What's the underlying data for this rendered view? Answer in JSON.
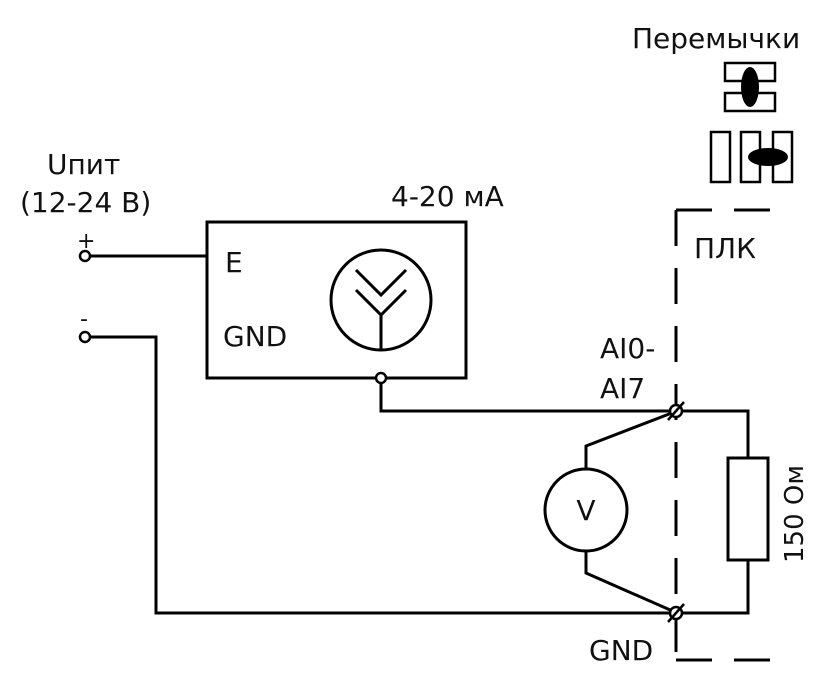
{
  "supply": {
    "title": "Uпит",
    "range": "(12-24 В)",
    "plus": "+",
    "minus": "-"
  },
  "sensor": {
    "signal": "4-20 мА",
    "terminal_e": "E",
    "terminal_gnd": "GND"
  },
  "plc": {
    "label": "ПЛК",
    "ai_line1": "AI0-",
    "ai_line2": "AI7",
    "gnd": "GND"
  },
  "voltmeter": {
    "symbol": "V"
  },
  "resistor": {
    "value": "150 Ом"
  },
  "jumpers": {
    "title": "Перемычки"
  }
}
